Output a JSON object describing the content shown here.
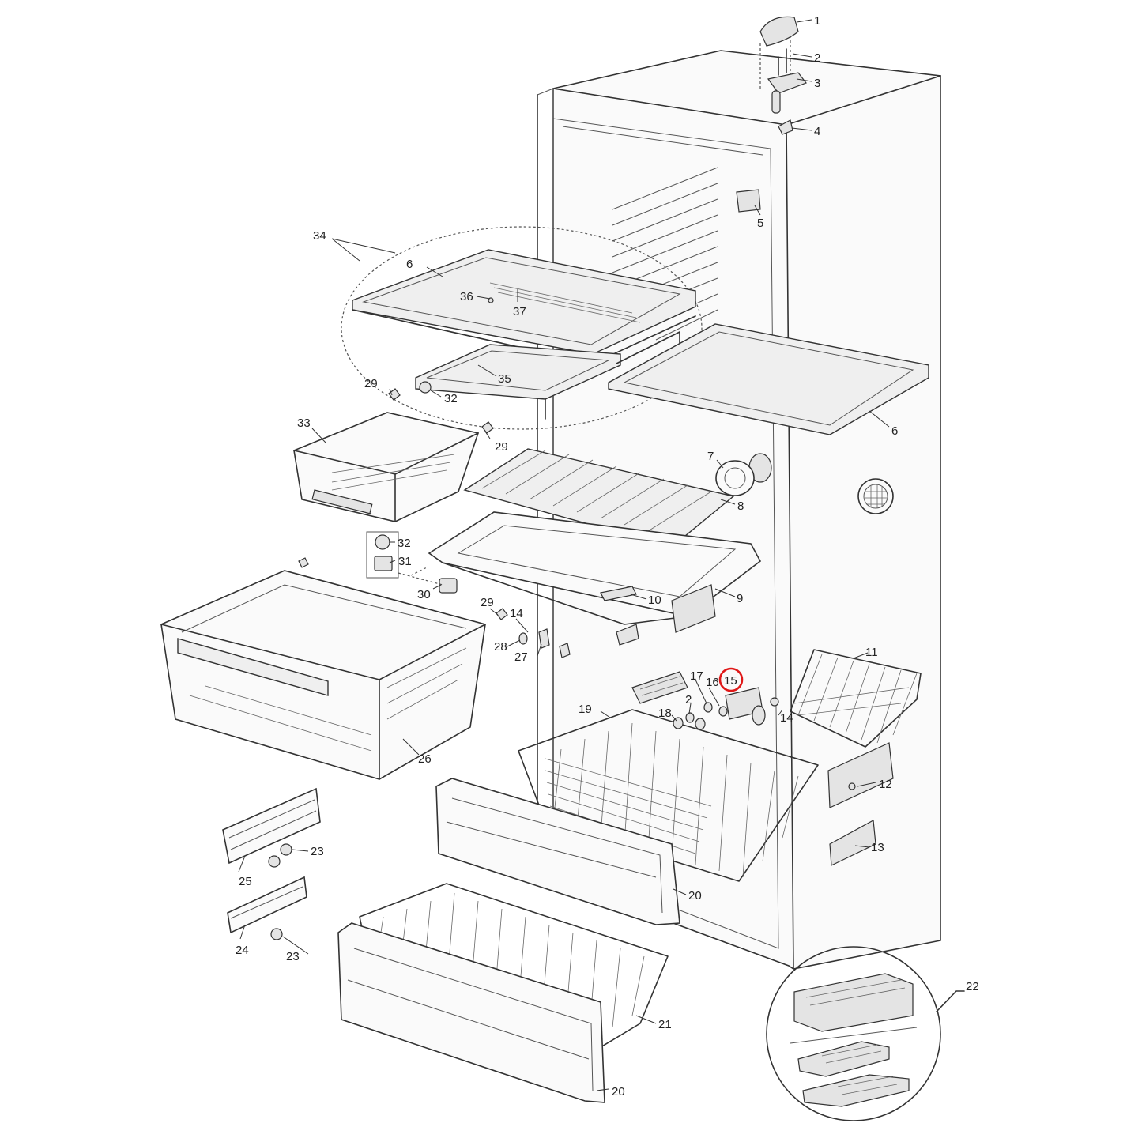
{
  "labels": [
    {
      "id": "p1",
      "text": "1"
    },
    {
      "id": "p2a",
      "text": "2"
    },
    {
      "id": "p3",
      "text": "3"
    },
    {
      "id": "p4",
      "text": "4"
    },
    {
      "id": "p5",
      "text": "5"
    },
    {
      "id": "p6a",
      "text": "6"
    },
    {
      "id": "p6b",
      "text": "6"
    },
    {
      "id": "p7",
      "text": "7"
    },
    {
      "id": "p8",
      "text": "8"
    },
    {
      "id": "p9",
      "text": "9"
    },
    {
      "id": "p10",
      "text": "10"
    },
    {
      "id": "p11",
      "text": "11"
    },
    {
      "id": "p12",
      "text": "12"
    },
    {
      "id": "p13",
      "text": "13"
    },
    {
      "id": "p14a",
      "text": "14"
    },
    {
      "id": "p14b",
      "text": "14"
    },
    {
      "id": "p15",
      "text": "15"
    },
    {
      "id": "p16",
      "text": "16"
    },
    {
      "id": "p17",
      "text": "17"
    },
    {
      "id": "p18",
      "text": "18"
    },
    {
      "id": "p2b",
      "text": "2"
    },
    {
      "id": "p19",
      "text": "19"
    },
    {
      "id": "p20a",
      "text": "20"
    },
    {
      "id": "p20b",
      "text": "20"
    },
    {
      "id": "p21",
      "text": "21"
    },
    {
      "id": "p22",
      "text": "22"
    },
    {
      "id": "p23a",
      "text": "23"
    },
    {
      "id": "p23b",
      "text": "23"
    },
    {
      "id": "p24",
      "text": "24"
    },
    {
      "id": "p25",
      "text": "25"
    },
    {
      "id": "p26",
      "text": "26"
    },
    {
      "id": "p27",
      "text": "27"
    },
    {
      "id": "p28",
      "text": "28"
    },
    {
      "id": "p29a",
      "text": "29"
    },
    {
      "id": "p29b",
      "text": "29"
    },
    {
      "id": "p29c",
      "text": "29"
    },
    {
      "id": "p30",
      "text": "30"
    },
    {
      "id": "p31",
      "text": "31"
    },
    {
      "id": "p32a",
      "text": "32"
    },
    {
      "id": "p32b",
      "text": "32"
    },
    {
      "id": "p33",
      "text": "33"
    },
    {
      "id": "p34",
      "text": "34"
    },
    {
      "id": "p35",
      "text": "35"
    },
    {
      "id": "p36",
      "text": "36"
    },
    {
      "id": "p37",
      "text": "37"
    }
  ],
  "highlight": {
    "target": "15",
    "color": "#e01818"
  }
}
